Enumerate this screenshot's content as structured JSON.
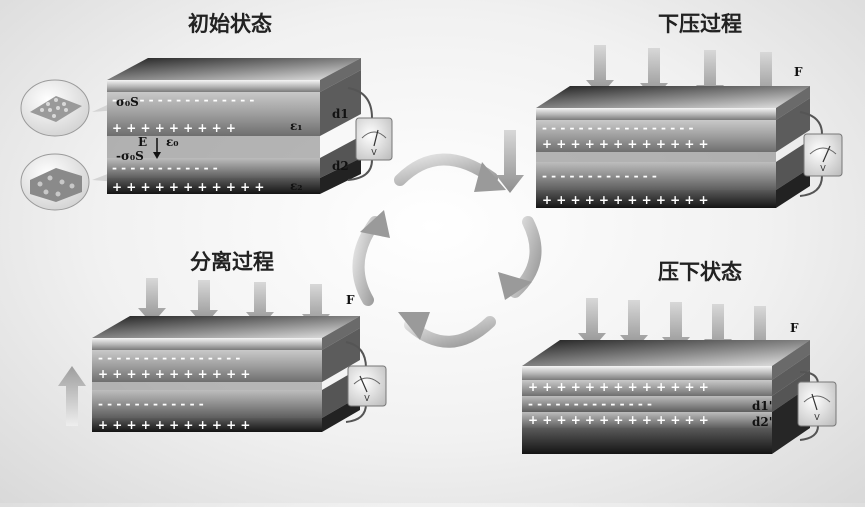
{
  "panels": {
    "initial": {
      "title": "初始状态",
      "sigma_top": "σ₀S",
      "sigma_bottom": "-σ₀S",
      "field": "E",
      "eps0": "ε₀",
      "eps1": "ε₁",
      "eps2": "ε₂",
      "d1": "d1",
      "d2": "d2"
    },
    "pressing": {
      "title": "下压过程",
      "force": "F"
    },
    "pressed": {
      "title": "压下状态",
      "force": "F",
      "d1": "d1'",
      "d2": "d2'"
    },
    "separating": {
      "title": "分离过程",
      "force": "F"
    }
  },
  "meter_label": "V",
  "charges": {
    "plus": "+",
    "minus": "-"
  },
  "colors": {
    "metal_dark": "#2b2b2b",
    "metal_light": "#d9d9d9",
    "dielectric": "#9a9a9a",
    "arrow": "#a9a9a9"
  }
}
